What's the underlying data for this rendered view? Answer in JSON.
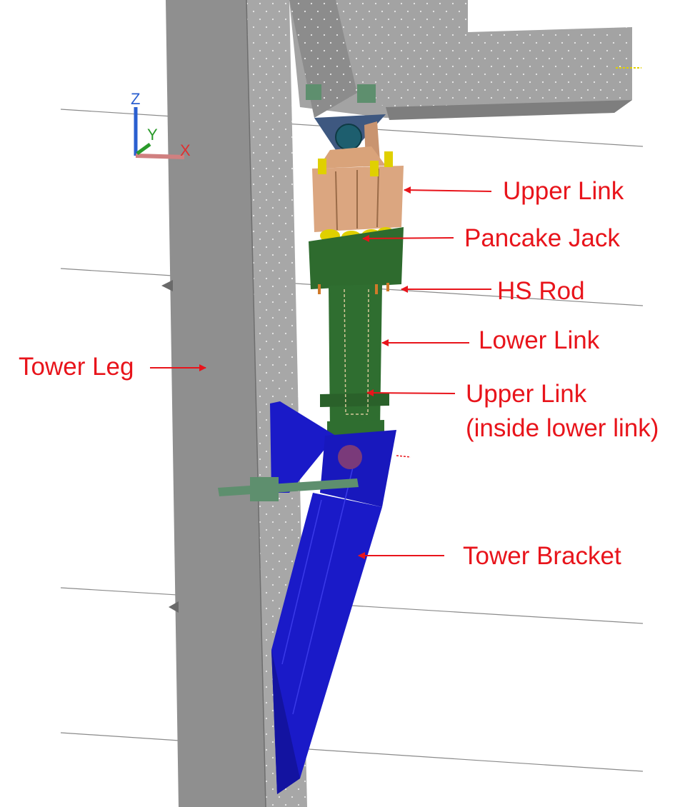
{
  "colors": {
    "callout": "#e8141b",
    "tower_leg": "#8f8f8f",
    "tower_bracket": "#1a1ac8",
    "lower_link": "#2e6b2e",
    "upper_link": "#d9a37a",
    "pancake_jack": "#e0d000",
    "axis_x": "#e03030",
    "axis_y": "#2a9a2a",
    "axis_z": "#2a5fd0"
  },
  "axes": {
    "z": "Z",
    "y": "Y",
    "x": "X"
  },
  "labels": {
    "upper_link": "Upper Link",
    "pancake_jack": "Pancake Jack",
    "hs_rod": "HS Rod",
    "lower_link": "Lower Link",
    "upper_link_inside_1": "Upper Link",
    "upper_link_inside_2": "(inside lower link)",
    "tower_leg": "Tower Leg",
    "tower_bracket": "Tower Bracket"
  }
}
